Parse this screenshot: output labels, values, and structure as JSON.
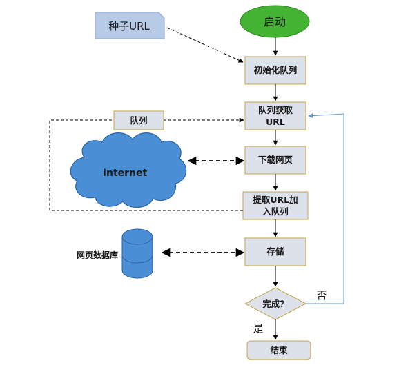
{
  "diagram": {
    "nodes": {
      "seed_url": "种子URL",
      "start": "启动",
      "init_queue": "初始化队列",
      "get_url_line1": "队列获取",
      "get_url_line2": "URL",
      "queue_label": "队列",
      "internet": "Internet",
      "download": "下载网页",
      "extract_line1": "提取URL加",
      "extract_line2": "入队列",
      "db_label": "网页数据库",
      "store": "存储",
      "done": "完成？",
      "no_label": "否",
      "yes_label": "是",
      "end": "结束"
    },
    "colors": {
      "process_fill": "#dde1ea",
      "process_border": "#c6a44a",
      "start_fill": "#44b233",
      "seed_fill": "#b7cbe7",
      "cloud_fill": "#4a8fd6",
      "cloud_stroke": "#2b63a6",
      "db_fill": "#4a8fd6",
      "loop_line": "#5b9bd5"
    }
  }
}
